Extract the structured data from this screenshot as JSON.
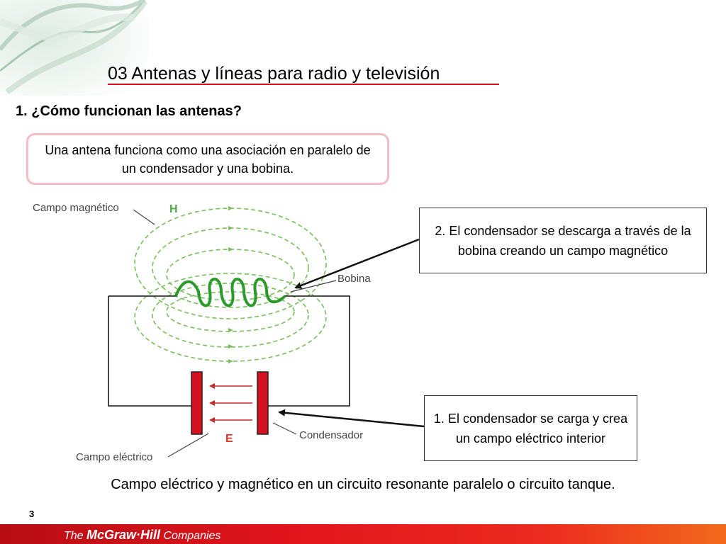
{
  "slide": {
    "title": "03  Antenas y líneas para radio y televisión",
    "section_heading": "1. ¿Cómo funcionan las antenas?",
    "intro_text": "Una antena funciona como una asociación en paralelo de un condensador y una bobina.",
    "callout_discharge": "2. El condensador se descarga a través de la bobina creando un campo magnético",
    "callout_charge": "1. El condensador se carga y crea un campo eléctrico interior",
    "caption": "Campo eléctrico y magnético en un circuito resonante paralelo o circuito tanque.",
    "page_number": "3"
  },
  "diagram": {
    "label_magnetic_field": "Campo magnético",
    "label_h": "H",
    "label_coil": "Bobina",
    "label_capacitor": "Condensador",
    "label_e": "E",
    "label_electric_field": "Campo eléctrico",
    "colors": {
      "coil": "#2a9a2a",
      "field_lines": "#79bf5c",
      "capacitor_plate": "#d5101f",
      "e_arrows": "#c92a2a",
      "h_label": "#4fa84a",
      "e_label": "#e0352b",
      "wire": "#333333"
    }
  },
  "footer": {
    "logo_prefix": "The ",
    "logo_name": "McGraw·Hill",
    "logo_suffix": " Companies",
    "colors": {
      "bar_start": "#b80d14",
      "bar_end": "#f26a1c"
    }
  }
}
